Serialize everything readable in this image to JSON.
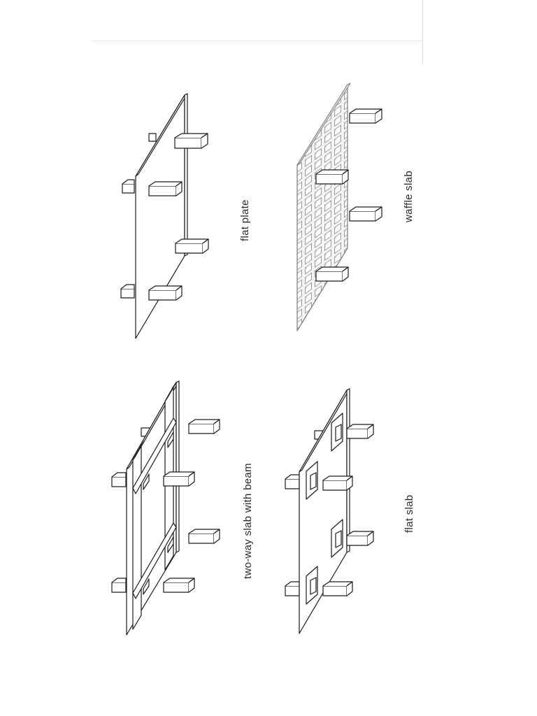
{
  "diagram": {
    "panels": [
      {
        "id": "flat-plate",
        "caption": "flat plate"
      },
      {
        "id": "waffle-slab",
        "caption": "waffle slab"
      },
      {
        "id": "two-way-slab-with-beam",
        "caption": "two-way slab with beam"
      },
      {
        "id": "flat-slab",
        "caption": "flat slab"
      }
    ]
  }
}
